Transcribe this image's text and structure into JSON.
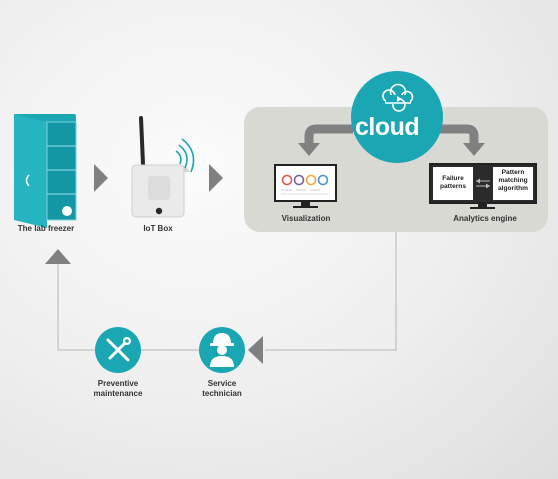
{
  "colors": {
    "teal": "#1aa6b3",
    "teal_light": "#4fc3d0",
    "panel": "#d9d9d3",
    "arrow": "#808080",
    "flow_line": "#b5b5b5",
    "text": "#333333"
  },
  "nodes": {
    "freezer": {
      "label": "The lab freezer",
      "icon": "lab-freezer-icon"
    },
    "iot_box": {
      "label": "IoT Box",
      "icon": "iot-box-icon"
    },
    "cloud": {
      "label": "cloud",
      "icon": "cloud-icon"
    },
    "visualization": {
      "label": "Visualization",
      "icon": "monitor-dashboard-icon"
    },
    "analytics": {
      "label": "Analytics engine",
      "icon": "monitor-icon",
      "left_box": "Failure patterns",
      "right_box": "Pattern matching algorithm"
    },
    "service": {
      "label_line1": "Service",
      "label_line2": "technician",
      "icon": "technician-icon"
    },
    "maintenance": {
      "label_line1": "Preventive",
      "label_line2": "maintenance",
      "icon": "wrench-screwdriver-icon"
    }
  }
}
